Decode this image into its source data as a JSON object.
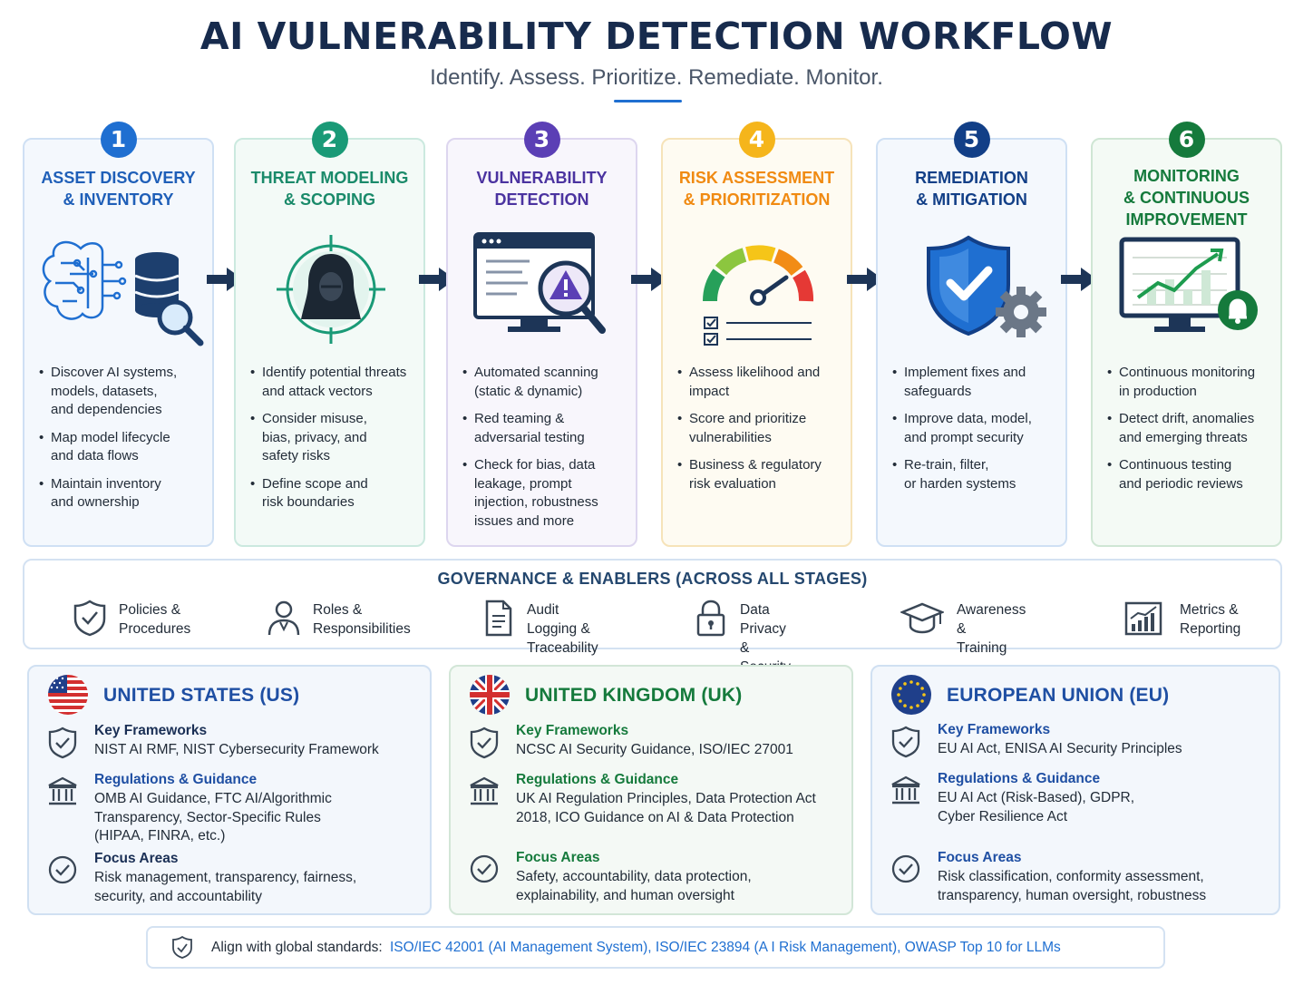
{
  "header": {
    "title": "AI VULNERABILITY DETECTION WORKFLOW",
    "subtitle": "Identify. Assess. Prioritize. Remediate. Monitor."
  },
  "stages": [
    {
      "number": "1",
      "title": "ASSET DISCOVERY\n& INVENTORY",
      "icon": "brain-database-search-icon",
      "color": "#1f6fd1",
      "bullets": [
        "Discover AI systems,\nmodels, datasets,\nand dependencies",
        "Map model lifecycle\nand data flows",
        "Maintain inventory\nand ownership"
      ]
    },
    {
      "number": "2",
      "title": "THREAT MODELING\n& SCOPING",
      "icon": "hacker-target-icon",
      "color": "#1a9a77",
      "bullets": [
        "Identify potential threats\nand attack vectors",
        "Consider misuse,\nbias, privacy, and\nsafety risks",
        "Define scope and\nrisk boundaries"
      ]
    },
    {
      "number": "3",
      "title": "VULNERABILITY\nDETECTION",
      "icon": "browser-warning-magnifier-icon",
      "color": "#5b3fb5",
      "bullets": [
        "Automated scanning\n(static & dynamic)",
        "Red teaming &\nadversarial testing",
        "Check for bias, data\nleakage, prompt\ninjection, robustness\nissues and more"
      ]
    },
    {
      "number": "4",
      "title": "RISK ASSESSMENT\n& PRIORITIZATION",
      "icon": "risk-gauge-checklist-icon",
      "color": "#f28c16",
      "bullets": [
        "Assess likelihood and\nimpact",
        "Score and prioritize\nvulnerabilities",
        "Business & regulatory\nrisk evaluation"
      ]
    },
    {
      "number": "5",
      "title": "REMEDIATION\n& MITIGATION",
      "icon": "shield-check-gear-icon",
      "color": "#123f87",
      "bullets": [
        "Implement fixes and\nsafeguards",
        "Improve data, model,\nand prompt security",
        "Re-train, filter,\nor harden systems"
      ]
    },
    {
      "number": "6",
      "title": "MONITORING\n& CONTINUOUS\nIMPROVEMENT",
      "icon": "monitor-chart-bell-icon",
      "color": "#157a3c",
      "bullets": [
        "Continuous monitoring\nin production",
        "Detect drift, anomalies\nand emerging threats",
        "Continuous testing\nand periodic reviews"
      ]
    }
  ],
  "governance": {
    "title": "GOVERNANCE & ENABLERS (ACROSS ALL STAGES)",
    "items": [
      {
        "label": "Policies &\nProcedures",
        "icon": "shield-check-icon"
      },
      {
        "label": "Roles &\nResponsibilities",
        "icon": "person-icon"
      },
      {
        "label": "Audit Logging &\nTraceability",
        "icon": "document-icon"
      },
      {
        "label": "Data Privacy &\nSecurity",
        "icon": "lock-icon"
      },
      {
        "label": "Awareness &\nTraining",
        "icon": "graduation-cap-icon"
      },
      {
        "label": "Metrics &\nReporting",
        "icon": "bar-chart-icon"
      }
    ]
  },
  "regions": [
    {
      "title": "UNITED STATES (US)",
      "flag": "us-flag-icon",
      "color": "#1f4fa3",
      "rows": [
        {
          "heading": "Key Frameworks",
          "icon": "shield-check-icon",
          "text": "NIST AI RMF, NIST Cybersecurity Framework"
        },
        {
          "heading": "Regulations & Guidance",
          "icon": "government-building-icon",
          "text": "OMB AI Guidance, FTC AI/Algorithmic\nTransparency, Sector-Specific Rules\n(HIPAA, FINRA, etc.)"
        },
        {
          "heading": "Focus Areas",
          "icon": "check-circle-icon",
          "text": "Risk management, transparency, fairness,\nsecurity, and accountability"
        }
      ]
    },
    {
      "title": "UNITED KINGDOM (UK)",
      "flag": "uk-flag-icon",
      "color": "#157a3c",
      "rows": [
        {
          "heading": "Key Frameworks",
          "icon": "shield-check-icon",
          "text": "NCSC AI Security Guidance, ISO/IEC 27001"
        },
        {
          "heading": "Regulations & Guidance",
          "icon": "government-building-icon",
          "text": "UK AI Regulation Principles, Data Protection Act\n2018, ICO Guidance on AI & Data Protection"
        },
        {
          "heading": "Focus Areas",
          "icon": "check-circle-icon",
          "text": "Safety, accountability, data protection,\nexplainability, and human oversight"
        }
      ]
    },
    {
      "title": "EUROPEAN UNION (EU)",
      "flag": "eu-flag-icon",
      "color": "#1f4fa3",
      "rows": [
        {
          "heading": "Key Frameworks",
          "icon": "shield-check-icon",
          "text": "EU AI Act, ENISA AI Security Principles"
        },
        {
          "heading": "Regulations & Guidance",
          "icon": "government-building-icon",
          "text": "EU AI Act (Risk-Based), GDPR,\nCyber Resilience Act"
        },
        {
          "heading": "Focus Areas",
          "icon": "check-circle-icon",
          "text": "Risk classification, conformity assessment,\ntransparency, human oversight, robustness"
        }
      ]
    }
  ],
  "footer": {
    "label": "Align with global standards:",
    "standards": "ISO/IEC 42001 (AI Management System), ISO/IEC 23894 (A I Risk Management), OWASP Top 10 for LLMs",
    "icon": "shield-check-icon"
  }
}
